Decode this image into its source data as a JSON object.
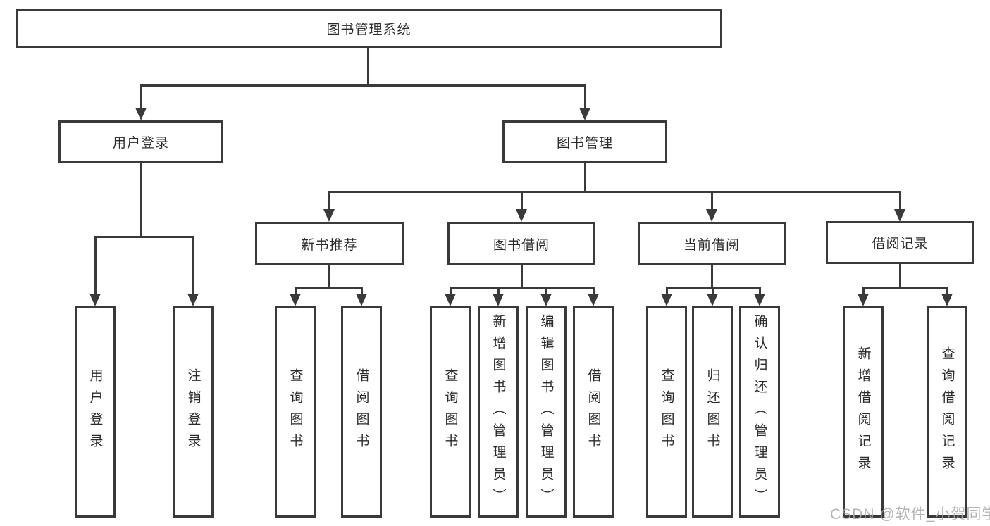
{
  "diagram": {
    "title": "图书管理系统",
    "type": "hierarchy-tree"
  },
  "tree": {
    "root": {
      "label": "图书管理系统"
    },
    "level2": [
      {
        "id": "user-login",
        "label": "用户登录"
      },
      {
        "id": "book-management",
        "label": "图书管理"
      }
    ],
    "level3": [
      {
        "id": "new-book-recommendation",
        "label": "新书推荐",
        "parent": "图书管理"
      },
      {
        "id": "book-borrowing",
        "label": "图书借阅",
        "parent": "图书管理"
      },
      {
        "id": "current-borrowing",
        "label": "当前借阅",
        "parent": "图书管理"
      },
      {
        "id": "borrowing-records",
        "label": "借阅记录",
        "parent": "图书管理"
      }
    ],
    "leaves": [
      {
        "parent": "用户登录",
        "label": "用户登录"
      },
      {
        "parent": "用户登录",
        "label": "注销登录"
      },
      {
        "parent": "新书推荐",
        "label": "查询图书"
      },
      {
        "parent": "新书推荐",
        "label": "借阅图书"
      },
      {
        "parent": "图书借阅",
        "label": "查询图书"
      },
      {
        "parent": "图书借阅",
        "label": "新增图书（管理员）"
      },
      {
        "parent": "图书借阅",
        "label": "编辑图书（管理员）"
      },
      {
        "parent": "图书借阅",
        "label": "借阅图书"
      },
      {
        "parent": "当前借阅",
        "label": "查询图书"
      },
      {
        "parent": "当前借阅",
        "label": "归还图书"
      },
      {
        "parent": "当前借阅",
        "label": "确认归还（管理员）"
      },
      {
        "parent": "借阅记录",
        "label": "新增借阅记录"
      },
      {
        "parent": "借阅记录",
        "label": "查询借阅记录"
      }
    ]
  },
  "watermark": {
    "text": "CSDN @软件_小贺同学",
    "color": "#a8a8a8"
  },
  "colors": {
    "line": "#3a3a3a",
    "text": "#2b2b2b",
    "box_background": "#ffffff"
  }
}
